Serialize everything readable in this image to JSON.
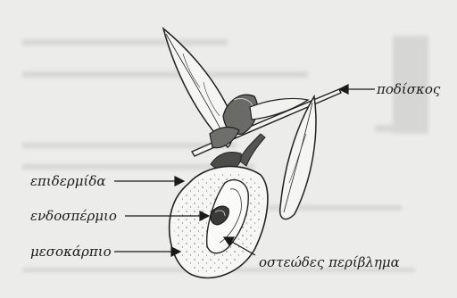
{
  "diagram": {
    "labels": {
      "podiskos": "ποδίσκος",
      "epidermida": "επιδερμίδα",
      "endospermio": "ενδοσπέρμιο",
      "mesokarpio": "μεσοκάρπιο",
      "osteodes_periblima": "οστεώδες περίβλημα"
    }
  }
}
